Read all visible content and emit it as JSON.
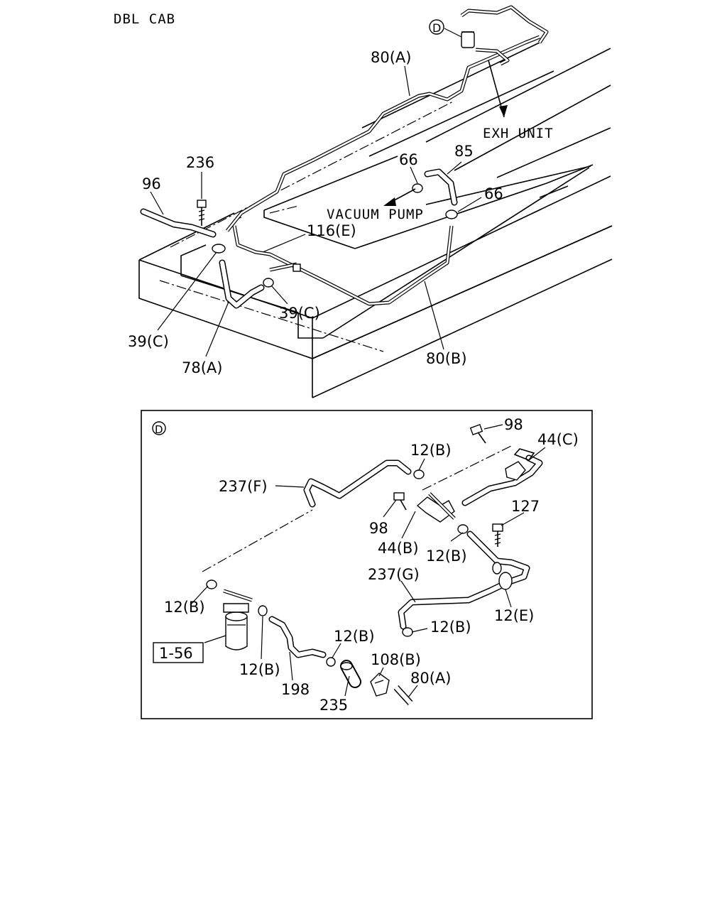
{
  "header": {
    "cab_type": "DBL CAB"
  },
  "main_view": {
    "labels": {
      "p80a": "80(A)",
      "exh": "EXH UNIT",
      "p236": "236",
      "p96": "96",
      "p66a": "66",
      "p85": "85",
      "p66b": "66",
      "vac": "VACUUM PUMP",
      "p116e": "116(E)",
      "p39c_r": "39(C)",
      "p39c_l": "39(C)",
      "p78a": "78(A)",
      "p80b": "80(B)"
    },
    "detail_marker": "D"
  },
  "detail_view": {
    "marker": "D",
    "labels": {
      "p98a": "98",
      "p44c": "44(C)",
      "p12b_1": "12(B)",
      "p237f": "237(F)",
      "p127": "127",
      "p98b": "98",
      "p44b": "44(B)",
      "p12b_2": "12(B)",
      "p237g": "237(G)",
      "p12b_3": "12(B)",
      "p12e": "12(E)",
      "p12b_4": "12(B)",
      "p12b_5": "12(B)",
      "p12b_6": "12(B)",
      "p198": "198",
      "p108b": "108(B)",
      "p80a": "80(A)",
      "p235": "235"
    },
    "ref_box": "1-56"
  }
}
